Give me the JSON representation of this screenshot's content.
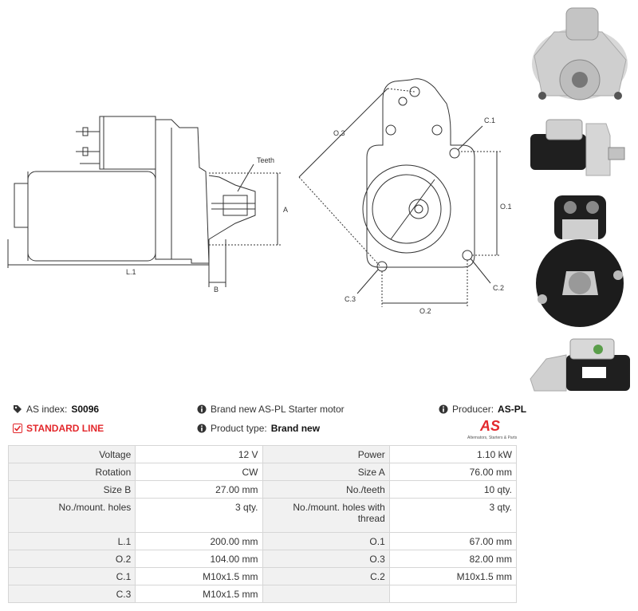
{
  "drawing": {
    "labels": {
      "teeth": "Teeth",
      "a": "A",
      "b": "B",
      "l1": "L.1",
      "o3": "O.3",
      "c1": "C.1",
      "o1": "O.1",
      "c2": "C.2",
      "c3": "C.3",
      "o2": "O.2"
    }
  },
  "info": {
    "as_index_label": "AS index:",
    "as_index_value": "S0096",
    "description": "Brand new AS-PL Starter motor",
    "producer_label": "Producer:",
    "producer_value": "AS-PL",
    "standard_line": "STANDARD LINE",
    "product_type_label": "Product type:",
    "product_type_value": "Brand new",
    "logo_text": "AS",
    "logo_tagline": "Alternators, Starters & Parts"
  },
  "specs": [
    {
      "k1": "Voltage",
      "v1": "12 V",
      "k2": "Power",
      "v2": "1.10 kW"
    },
    {
      "k1": "Rotation",
      "v1": "CW",
      "k2": "Size A",
      "v2": "76.00 mm"
    },
    {
      "k1": "Size B",
      "v1": "27.00 mm",
      "k2": "No./teeth",
      "v2": "10 qty."
    },
    {
      "k1": "No./mount. holes",
      "v1": "3 qty.",
      "k2": "No./mount. holes with thread",
      "v2": "3 qty."
    },
    {
      "k1": "L.1",
      "v1": "200.00 mm",
      "k2": "O.1",
      "v2": "67.00 mm"
    },
    {
      "k1": "O.2",
      "v1": "104.00 mm",
      "k2": "O.3",
      "v2": "82.00 mm"
    },
    {
      "k1": "C.1",
      "v1": "M10x1.5 mm",
      "k2": "C.2",
      "v2": "M10x1.5 mm"
    },
    {
      "k1": "C.3",
      "v1": "M10x1.5 mm",
      "k2": "",
      "v2": ""
    }
  ],
  "colors": {
    "accent": "#e3282c",
    "line": "#333333",
    "cell_key": "#f1f1f1",
    "border": "#d6d6d6"
  }
}
